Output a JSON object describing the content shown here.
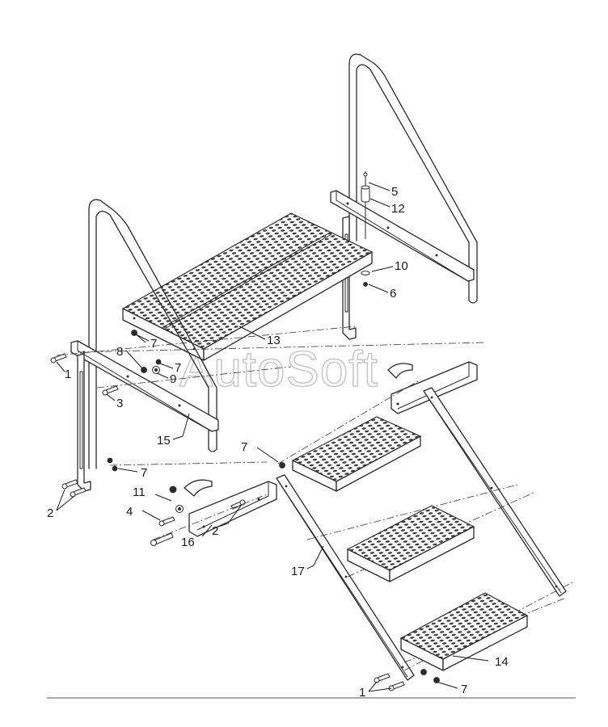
{
  "watermark": "AutoSoft",
  "callouts": [
    {
      "id": "c5",
      "label": "5"
    },
    {
      "id": "c12",
      "label": "12"
    },
    {
      "id": "c10",
      "label": "10"
    },
    {
      "id": "c6",
      "label": "6"
    },
    {
      "id": "c13",
      "label": "13"
    },
    {
      "id": "c7a",
      "label": "7"
    },
    {
      "id": "c8",
      "label": "8"
    },
    {
      "id": "c7b",
      "label": "7"
    },
    {
      "id": "c9",
      "label": "9"
    },
    {
      "id": "c1a",
      "label": "1"
    },
    {
      "id": "c3",
      "label": "3"
    },
    {
      "id": "c15",
      "label": "15"
    },
    {
      "id": "c7c",
      "label": "7"
    },
    {
      "id": "c7d",
      "label": "7"
    },
    {
      "id": "c2a",
      "label": "2"
    },
    {
      "id": "c11",
      "label": "11"
    },
    {
      "id": "c4",
      "label": "4"
    },
    {
      "id": "c16",
      "label": "16"
    },
    {
      "id": "c2b",
      "label": "2"
    },
    {
      "id": "c17",
      "label": "17"
    },
    {
      "id": "c14",
      "label": "14"
    },
    {
      "id": "c1b",
      "label": "1"
    },
    {
      "id": "c7e",
      "label": "7"
    }
  ]
}
